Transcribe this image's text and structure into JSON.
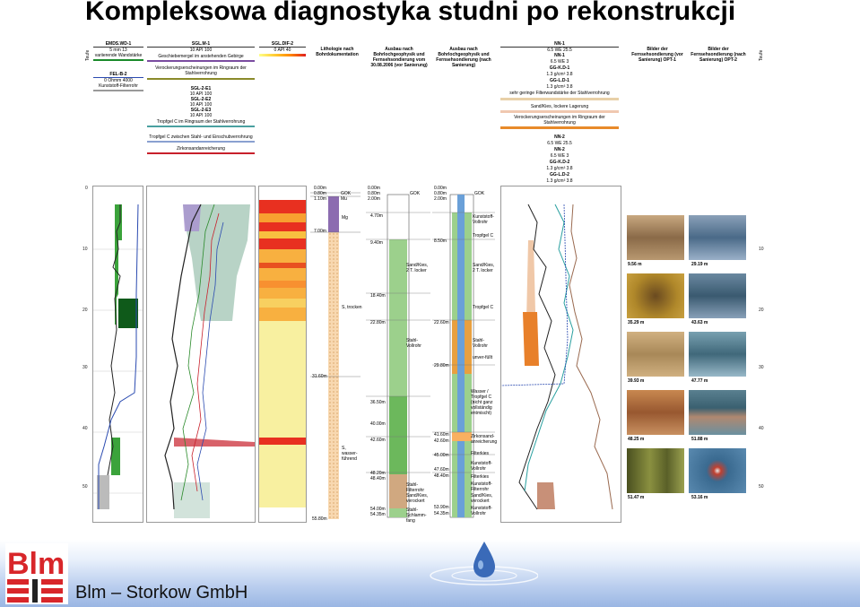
{
  "title": "Kompleksowa diagnostyka studni po rekonstrukcji",
  "company": "Blm – Storkow GmbH",
  "logo_text": "Blm",
  "header": {
    "col1_title": "EMDS.WD-1",
    "col1_units": "5 mm 13",
    "col1_desc": "variierende Wandstärke",
    "col1b_title": "FEL-B-2",
    "col1b_units": "0 Ohmm 4000",
    "col1b_desc": "Kunststoff-Filterrohr",
    "col2_title": "SGL.M-1",
    "col2_units": "10 API 100",
    "col2_desc1": "Geschiebemergel im anstehenden Gebirge",
    "col2_desc2": "Verockerungserscheinungen im Ringraum der Stahlverrohrung",
    "col2_e1": "SGL-2-E1",
    "col2_e2": "SGL-2-E2",
    "col2_e3": "SGL-2-E3",
    "col2_api": "10 API 100",
    "col2_desc3": "Tropfgel C im Ringraum der Stahlverrohrung",
    "col2_desc4": "Tropfgel C zwischen Stahl- und Einschubverrohrung",
    "col2_desc5": "Zirkonsandanreicherung",
    "col3_title": "SGL.DIF-2",
    "col3_units": "0 API 40",
    "col4_title": "Lithologie nach Bohrdokumentation",
    "col5_title": "Ausbau nach Bohrlochgeophysik und Fernsehsondierung vom 30.08.2006 (vor Sanierung)",
    "col6_title": "Ausbau nach Bohrlochgeophysik und Fernsehsondierung (nach Sanierung)",
    "col7_nn1": "NN-1",
    "col7_we": "6.5 WE 25.5",
    "col7_nn": "NN-1",
    "col7_we2": "6.5 WE 3",
    "col7_gg": "GG-K.D-1",
    "col7_gcm": "1.3 g/cm³ 3.8",
    "col7_ggl": "GG-L.D-1",
    "col7_gcm2": "1.3 g/cm³ 3.8",
    "col7_desc1": "sehr geringe Filterwandstärke der Stahlverrohrung",
    "col7_desc2": "Sand/Kies, lockere Lagerung",
    "col7_desc3": "Verockerungserscheinungen im Ringraum der Stahlverrohrung",
    "col7_nn2": "NN-2",
    "col7_gg2": "GG-K.D-2",
    "col7_ggl2": "GG-L.D-2",
    "col8_title": "Bilder der Fernsehsondierung (vor Sanierung) OPT-1",
    "col9_title": "Bilder der Fernsehsondierung (nach Sanierung) OPT-2",
    "tiefe": "Teufe"
  },
  "depth_ticks": [
    "0",
    "10",
    "20",
    "30",
    "40",
    "50"
  ],
  "lithology_labels": {
    "d0": "0.00m",
    "d1": "0.80m",
    "d2": "1.10m",
    "mu": "Mu",
    "gok": "GOK",
    "mg": "Mg",
    "d7": "7.00m",
    "s_trocken": "S, trocken",
    "d31": "31.60m",
    "s_wasser": "S, wasser-führend",
    "d55": "55.80m"
  },
  "ausbau1_labels": [
    "0.00m",
    "0.80m",
    "2.00m",
    "4.70m",
    "9.40m",
    "18.40m",
    "22.80m",
    "36.50m",
    "40.00m",
    "42.60m",
    "48.20m",
    "48.40m",
    "54.00m",
    "54.35m"
  ],
  "ausbau1_notes": [
    "GOK",
    "Sand/Kies, 2 T. locker",
    "Stahl-Vollrohr",
    "Stahl-Filterrohr",
    "Sand/Kies, verockert",
    "Stahl-Schlamm-fang"
  ],
  "ausbau2_labels": [
    "0.00m",
    "0.80m",
    "2.00m",
    "8.50m",
    "22.60m",
    "29.80m",
    "41.60m",
    "42.60m",
    "45.00m",
    "47.60m",
    "48.40m",
    "53.90m",
    "54.35m"
  ],
  "ausbau2_notes": [
    "GOK",
    "Kunststoff-Vollrohr",
    "Tropfgel C",
    "Sand/Kies, 2 T. locker",
    "Tropfgel C",
    "Stahl-Vollrohr",
    "unver-füllt",
    "Wasser / Tropfgel C (nicht ganz vollständig entmischt)",
    "Zirkonsand-anreicherung",
    "Filterkies",
    "Kunststoff-Vollrohr",
    "Filterkies",
    "Kunststoff-Filterrohr",
    "Sand/Kies, verockert",
    "Kunststoff-Vollrohr"
  ],
  "photos_left": [
    "9.56 m",
    "35.29 m",
    "39.93 m",
    "48.25 m",
    "51.47 m"
  ],
  "photos_right": [
    "29.19 m",
    "43.63 m",
    "47.77 m",
    "51.88 m",
    "53.16 m"
  ],
  "colors": {
    "accent_red": "#c8202b",
    "blue_footer": "#9ab6e3",
    "green": "#1a8a2a",
    "olive": "#8a8a2a",
    "purple": "#7a4ca0"
  }
}
